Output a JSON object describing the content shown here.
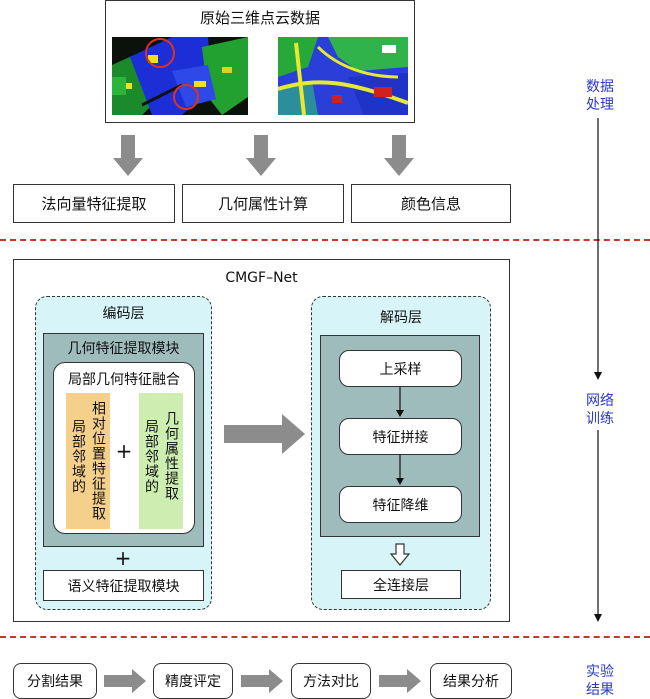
{
  "data_section": {
    "title": "原始三维点云数据",
    "features": [
      "法向量特征提取",
      "几何属性计算",
      "颜色信息"
    ]
  },
  "network": {
    "title": "CMGF–Net",
    "encoder": {
      "title": "编码层",
      "geo_module": "几何特征提取模块",
      "fusion": "局部几何特征融合",
      "left_col1": "相对位置特征提取",
      "left_col2": "局部邻域的",
      "right_col1": "几何属性提取",
      "right_col2": "局部邻域的",
      "plus": "+",
      "semantic_module": "语义特征提取模块"
    },
    "decoder": {
      "title": "解码层",
      "steps": [
        "上采样",
        "特征拼接",
        "特征降维"
      ],
      "fc": "全连接层"
    }
  },
  "results": {
    "steps": [
      "分割结果",
      "精度评定",
      "方法对比",
      "结果分析"
    ]
  },
  "side_labels": {
    "data": [
      "数据",
      "处理"
    ],
    "train": [
      "网络",
      "训练"
    ],
    "result": [
      "实验",
      "结果"
    ]
  },
  "colors": {
    "cyan_fill": "#d7f5f8",
    "gray_fill": "#9fbcbc",
    "orange_fill": "#f5d08a",
    "green_fill": "#cdeeb0",
    "arrow_gray": "#8c8c8c",
    "side_label_blue": "#2a38c8",
    "divider_red": "#c0392b"
  }
}
